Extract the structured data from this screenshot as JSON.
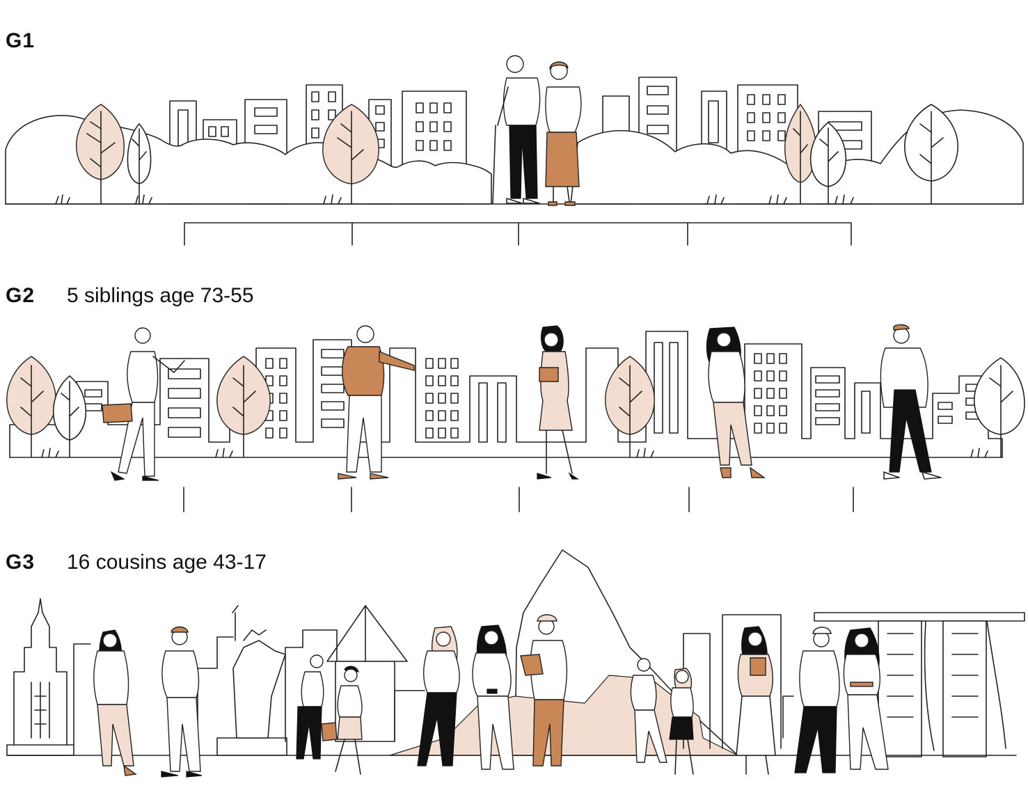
{
  "generations": [
    {
      "label": "G1",
      "description": ""
    },
    {
      "label": "G2",
      "description": "5 siblings age 73-55"
    },
    {
      "label": "G3",
      "description": "16 cousins age 43-17"
    }
  ],
  "colors": {
    "line": "#222222",
    "peach": "#f3ddd0",
    "rust": "#c98656",
    "dark": "#111111"
  }
}
